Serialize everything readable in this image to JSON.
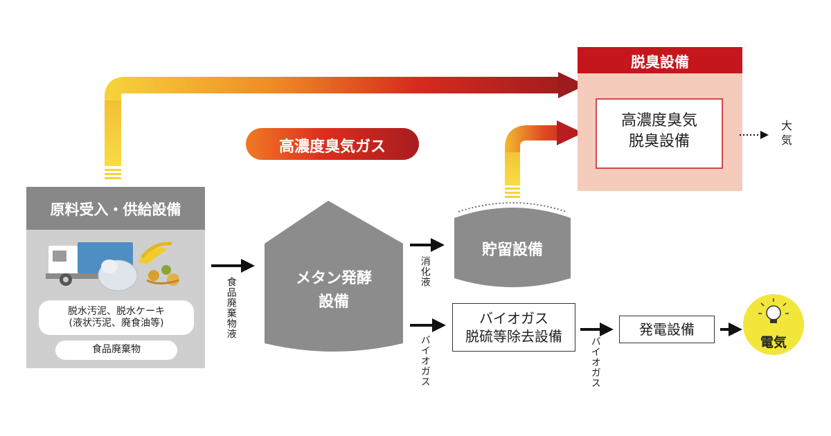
{
  "deodor": {
    "header": "脱臭設備",
    "inner_line1": "高濃度臭気",
    "inner_line2": "脱臭設備",
    "output_line1": "大",
    "output_line2": "気"
  },
  "gas_label": "高濃度臭気ガス",
  "intake": {
    "title": "原料受入・供給設備",
    "pill1_line1": "脱水汚泥、脱水ケーキ",
    "pill1_line2": "(液状汚泥、廃食油等)",
    "pill2": "食品廃棄物"
  },
  "flow_food_waste_liquid": "食品廃棄物液",
  "fermentation": {
    "line1": "メタン発酵",
    "line2": "設備"
  },
  "storage": "貯留設備",
  "flow_digestate": "消化液",
  "flow_biogas_1": "バイオガス",
  "desulf": {
    "line1": "バイオガス",
    "line2": "脱硫等除去設備"
  },
  "flow_biogas_2": "バイオガス",
  "power": "発電設備",
  "electricity": "電気",
  "colors": {
    "header_red": "#c4161c",
    "deodor_bg": "#f5cbbb",
    "intake_header": "#888888",
    "intake_body": "#cfcfcf",
    "tank": "#8c8c8c",
    "bulb_yellow": "#f2e63b",
    "gradient_start": "#f6d23a",
    "gradient_mid": "#d72a1e",
    "gradient_end": "#9b1b1e"
  }
}
